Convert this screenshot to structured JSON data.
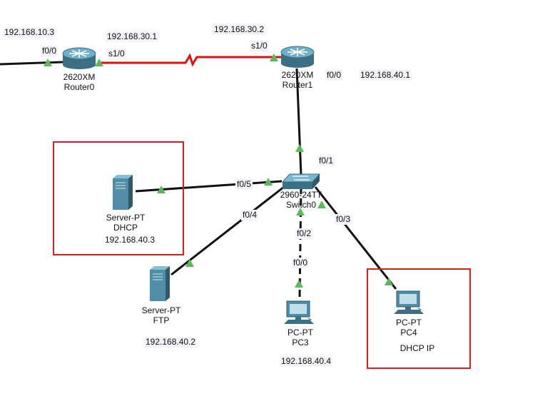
{
  "devices": {
    "router0": {
      "model": "2620XM",
      "name": "Router0"
    },
    "router1": {
      "model": "2620XM",
      "name": "Router1"
    },
    "switch0": {
      "model": "2960-24TT",
      "name": "Switch0"
    },
    "server_dhcp": {
      "model": "Server-PT",
      "name": "DHCP"
    },
    "server_ftp": {
      "model": "Server-PT",
      "name": "FTP"
    },
    "pc3": {
      "model": "PC-PT",
      "name": "PC3"
    },
    "pc4": {
      "model": "PC-PT",
      "name": "PC4"
    }
  },
  "addresses": {
    "r0_left": "192.168.10.3",
    "r0_serial": "192.168.30.1",
    "r1_serial": "192.168.30.2",
    "r1_lan": "192.168.40.1",
    "dhcp": "192.168.40.3",
    "ftp": "192.168.40.2",
    "pc3": "192.168.40.4",
    "pc4": "DHCP IP"
  },
  "ports": {
    "r0_f00": "f0/0",
    "r0_s10": "s1/0",
    "r1_s10": "s1/0",
    "r1_f00": "f0/0",
    "sw_f01": "f0/1",
    "sw_f05": "f0/5",
    "sw_f04": "f0/4",
    "sw_f02": "f0/2",
    "pc3_f00": "f0/0",
    "sw_f03": "f0/3"
  },
  "colors": {
    "ethernet_link": "#111111",
    "serial_link": "#e01010",
    "link_up": "#5cb85c",
    "highlight_box": "#d42020",
    "device_body": "#4f8ea6"
  }
}
